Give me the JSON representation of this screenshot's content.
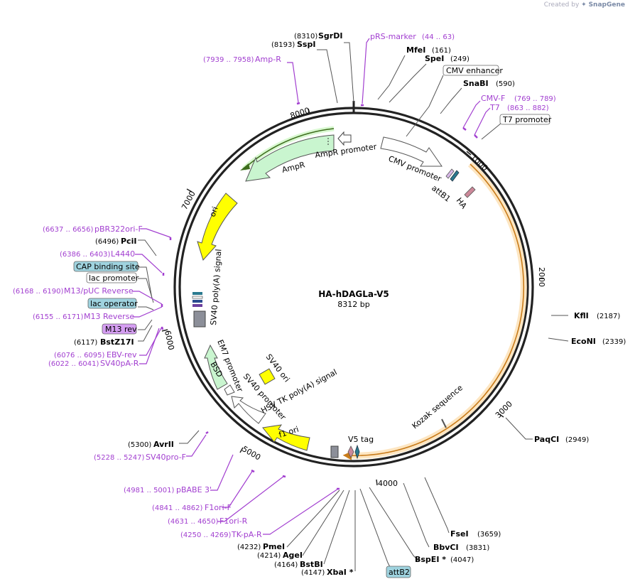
{
  "credit": {
    "prefix": "Created by",
    "brand": "SnapGene"
  },
  "map": {
    "name": "HA-hDAGLa-V5",
    "length_label": "8312 bp",
    "length": 8312,
    "ticks": [
      "1000",
      "2000",
      "3000",
      "4000",
      "5000",
      "6000",
      "7000",
      "8000"
    ],
    "colors": {
      "backbone": "#222222",
      "primer": "#a23fd0",
      "orf": "#f6b454",
      "orf_glow": "#fde6c2",
      "promoter": "#ffffff",
      "ori": "#ffff00",
      "green_feature": "#c9f5cf",
      "polyA": "#8c8f99",
      "tag": "#cc8899",
      "att": "#2b7a8f",
      "box_blue": "#9fd3df",
      "box_purple": "#d59ef2"
    },
    "enzymes": [
      {
        "name": "SgrDI",
        "pos": "(8310)"
      },
      {
        "name": "SspI",
        "pos": "(8193)"
      },
      {
        "name": "MfeI",
        "pos": "(161)"
      },
      {
        "name": "SpeI",
        "pos": "(249)"
      },
      {
        "name": "SnaBI",
        "pos": "(590)"
      },
      {
        "name": "KflI",
        "pos": "(2187)"
      },
      {
        "name": "EcoNI",
        "pos": "(2339)"
      },
      {
        "name": "PaqCI",
        "pos": "(2949)"
      },
      {
        "name": "FseI",
        "pos": "(3659)"
      },
      {
        "name": "BbvCI",
        "pos": "(3831)"
      },
      {
        "name": "BspEI *",
        "pos": "(4047)"
      },
      {
        "name": "XbaI *",
        "pos": "(4147)"
      },
      {
        "name": "BstBI",
        "pos": "(4164)"
      },
      {
        "name": "AgeI",
        "pos": "(4214)"
      },
      {
        "name": "PmeI",
        "pos": "(4232)"
      },
      {
        "name": "AvrII",
        "pos": "(5300)"
      },
      {
        "name": "BstZ17I",
        "pos": "(6117)"
      },
      {
        "name": "PciI",
        "pos": "(6496)"
      }
    ],
    "primers": [
      {
        "name": "pRS-marker",
        "pos": "(44 .. 63)"
      },
      {
        "name": "CMV-F",
        "pos": "(769 .. 789)"
      },
      {
        "name": "T7",
        "pos": "(863 .. 882)"
      },
      {
        "name": "Amp-R",
        "pos": "(7939 .. 7958)"
      },
      {
        "name": "pBR322ori-F",
        "pos": "(6637 .. 6656)"
      },
      {
        "name": "L4440",
        "pos": "(6386 .. 6403)"
      },
      {
        "name": "M13/pUC Reverse",
        "pos": "(6168 .. 6190)"
      },
      {
        "name": "M13 Reverse",
        "pos": "(6155 .. 6171)"
      },
      {
        "name": "EBV-rev",
        "pos": "(6076 .. 6095)"
      },
      {
        "name": "SV40pA-R",
        "pos": "(6022 .. 6041)"
      },
      {
        "name": "SV40pro-F",
        "pos": "(5228 .. 5247)"
      },
      {
        "name": "pBABE 3'",
        "pos": "(4981 .. 5001)"
      },
      {
        "name": "F1ori-F",
        "pos": "(4841 .. 4862)"
      },
      {
        "name": "F1ori-R",
        "pos": "(4631 .. 4650)"
      },
      {
        "name": "TK-pA-R",
        "pos": "(4250 .. 4269)"
      }
    ],
    "boxed": {
      "cmv_enhancer": "CMV enhancer",
      "t7_promoter": "T7 promoter",
      "cap_binding": "CAP binding site",
      "lac_promoter": "lac promoter",
      "lac_operator": "lac operator",
      "m13_rev": "M13 rev",
      "attb2": "attB2"
    },
    "features": {
      "ampr_promoter": "AmpR promoter",
      "ampr": "AmpR",
      "cmv_promoter": "CMV promoter",
      "attb1": "attB1",
      "ha": "HA",
      "ori": "ori",
      "sv40_polya": "SV40 poly(A) signal",
      "em7": "EM7 promoter",
      "bsd": "BSD",
      "sv40_ori": "SV40 ori",
      "sv40_promoter": "SV40 promoter",
      "hsv": "HSV TK poly(A) signal",
      "f1_ori": "f1 ori",
      "v5": "V5 tag",
      "kozak": "Kozak sequence"
    }
  }
}
